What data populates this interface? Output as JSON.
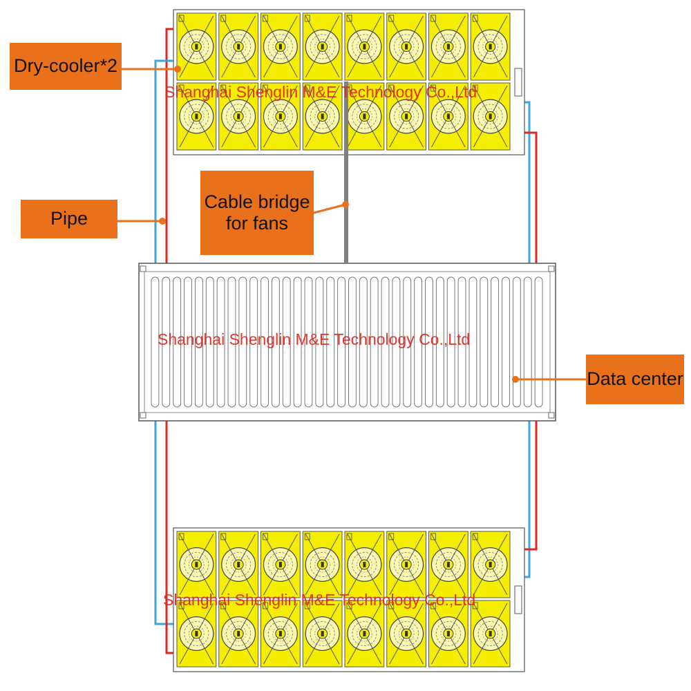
{
  "labels": {
    "dry_cooler": "Dry-cooler*2",
    "pipe": "Pipe",
    "cable_bridge_line1": "Cable bridge",
    "cable_bridge_line2": "for fans",
    "data_center": "Data center"
  },
  "watermark": "Shanghai Shenglin M&E Technology Co.,Ltd",
  "colors": {
    "label_bg": "#E9711C",
    "fan_panel": "#F5EE00",
    "supply_pipe": "#E0271F",
    "return_pipe": "#3AA6DC",
    "cable_bridge": "#808080",
    "outline": "#555555",
    "watermark": "#E0271F"
  },
  "dry_coolers": [
    {
      "name": "top",
      "rows": 2,
      "fans_per_row": 8
    },
    {
      "name": "bottom",
      "rows": 2,
      "fans_per_row": 8
    }
  ],
  "data_center": {
    "channels": 36
  }
}
